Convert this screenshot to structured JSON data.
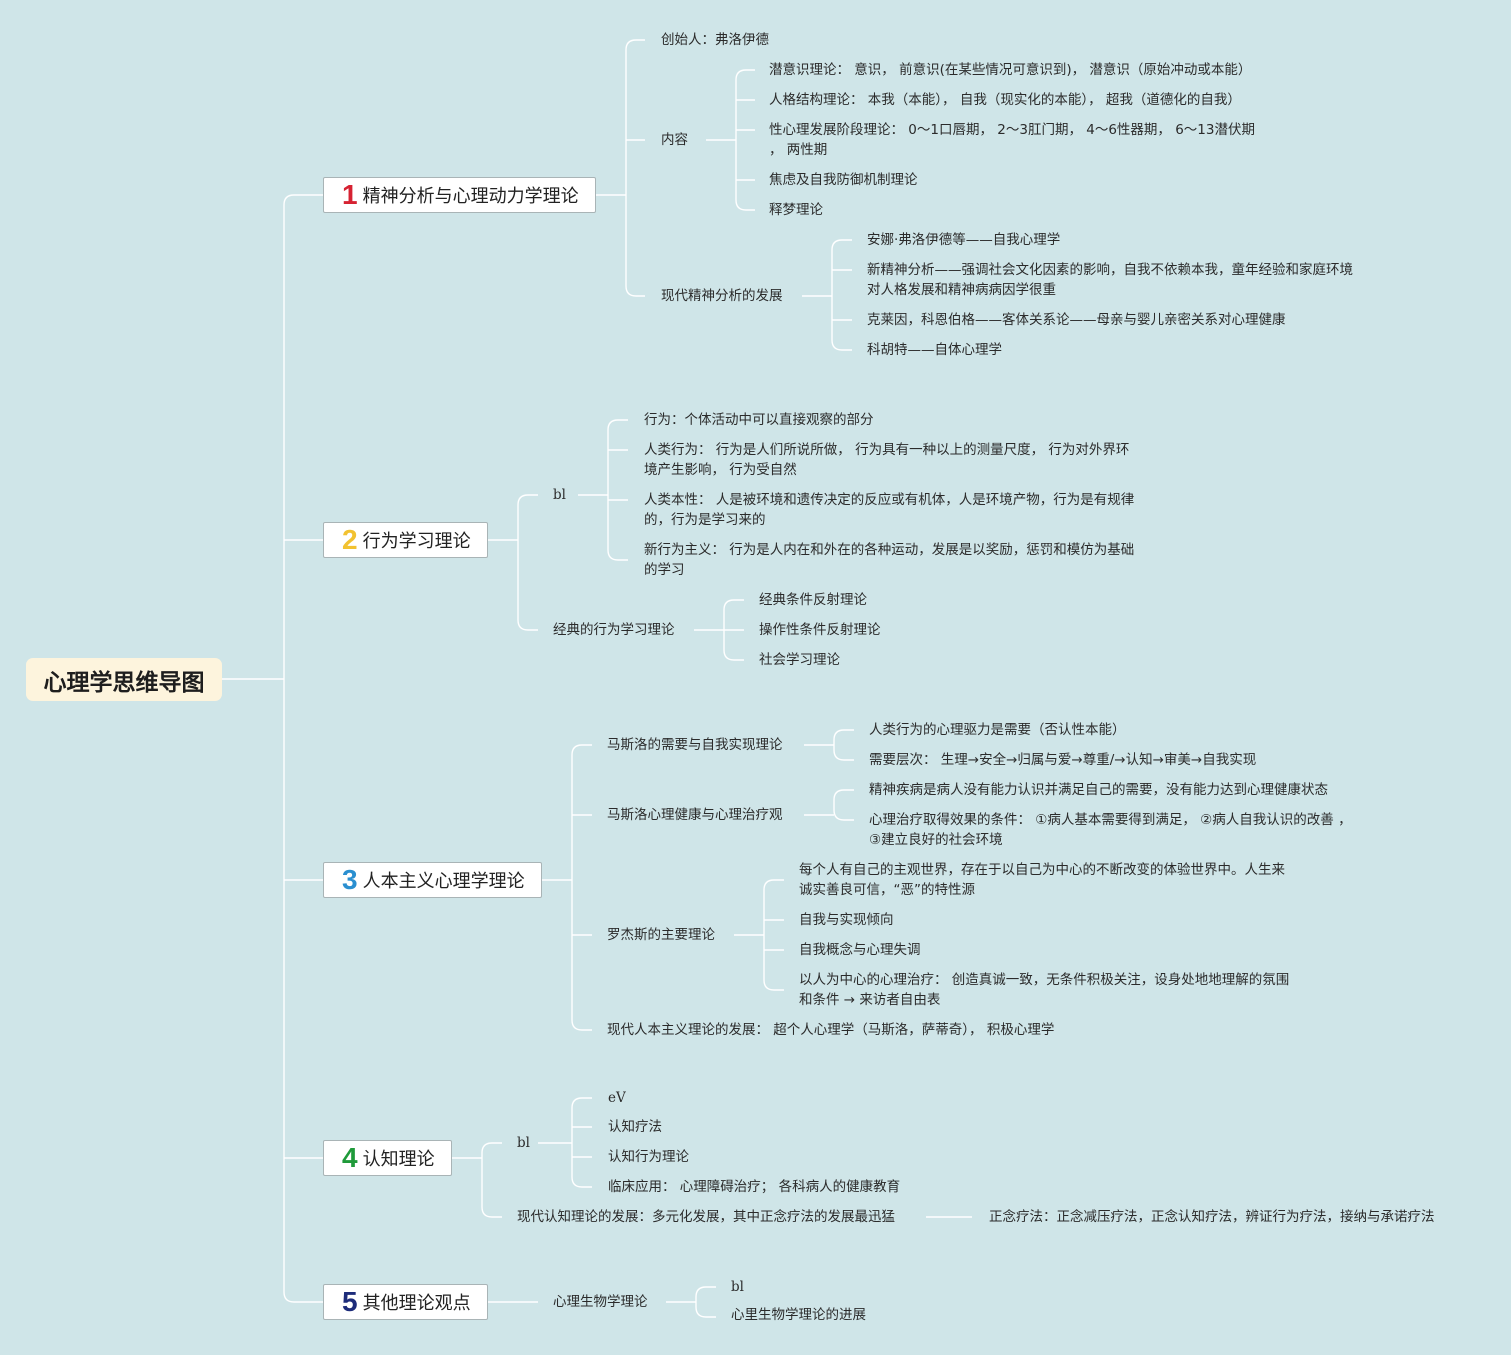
{
  "root": "心理学思维导图",
  "branches": [
    {
      "num": "1",
      "num_color": "#d62232",
      "label": "精神分析与心理动力学理论",
      "founder": "创始人：弗洛伊德",
      "content_label": "内容",
      "content_items": [
        "潜意识理论： 意识， 前意识(在某些情况可意识到)， 潜意识（原始冲动或本能）",
        "人格结构理论： 本我（本能）， 自我（现实化的本能）， 超我（道德化的自我）",
        "性心理发展阶段理论： 0～1口唇期， 2～3肛门期， 4～6性器期， 6～13潜伏期 ， 两性期",
        "焦虑及自我防御机制理论",
        "释梦理论"
      ],
      "modern_label": "现代精神分析的发展",
      "modern_items": [
        "安娜·弗洛伊德等——自我心理学",
        "新精神分析——强调社会文化因素的影响，自我不依赖本我，童年经验和家庭环境对人格发展和精神病病因学很重",
        "克莱因，科恩伯格——客体关系论——母亲与婴儿亲密关系对心理健康",
        "科胡特——自体心理学"
      ]
    },
    {
      "num": "2",
      "num_color": "#f2c230",
      "label": "行为学习理论",
      "bl_label": "bl",
      "bl_items": [
        "行为：个体活动中可以直接观察的部分",
        "人类行为： 行为是人们所说所做， 行为具有一种以上的测量尺度， 行为对外界环境产生影响， 行为受自然",
        "人类本性： 人是被环境和遗传决定的反应或有机体，人是环境产物，行为是有规律的，行为是学习来的",
        "新行为主义： 行为是人内在和外在的各种运动，发展是以奖励，惩罚和模仿为基础的学习"
      ],
      "classic_label": "经典的行为学习理论",
      "classic_items": [
        "经典条件反射理论",
        "操作性条件反射理论",
        "社会学习理论"
      ]
    },
    {
      "num": "3",
      "num_color": "#2a8fd0",
      "label": "人本主义心理学理论",
      "maslow1_label": "马斯洛的需要与自我实现理论",
      "maslow1_items": [
        "人类行为的心理驱力是需要（否认性本能）",
        "需要层次： 生理→安全→归属与爱→尊重/→认知→审美→自我实现"
      ],
      "maslow2_label": "马斯洛心理健康与心理治疗观",
      "maslow2_items": [
        "精神疾病是病人没有能力认识并满足自己的需要，没有能力达到心理健康状态",
        "心理治疗取得效果的条件： ①病人基本需要得到满足， ②病人自我认识的改善 ， ③建立良好的社会环境"
      ],
      "rogers_label": "罗杰斯的主要理论",
      "rogers_items": [
        "每个人有自己的主观世界，存在于以自己为中心的不断改变的体验世界中。人生来诚实善良可信，“恶”的特性源",
        "自我与实现倾向",
        "自我概念与心理失调",
        "以人为中心的心理治疗： 创造真诚一致，无条件积极关注，设身处地地理解的氛围和条件 → 来访者自由表"
      ],
      "modern": "现代人本主义理论的发展： 超个人心理学（马斯洛，萨蒂奇）， 积极心理学"
    },
    {
      "num": "4",
      "num_color": "#1f9a3a",
      "label": "认知理论",
      "bl_label": "bl",
      "bl_items": [
        "eV",
        "认知疗法",
        "认知行为理论",
        "临床应用： 心理障碍治疗； 各科病人的健康教育"
      ],
      "modern": "现代认知理论的发展：多元化发展，其中正念疗法的发展最迅猛",
      "modern_child": "正念疗法：正念减压疗法，正念认知疗法，辨证行为疗法，接纳与承诺疗法"
    },
    {
      "num": "5",
      "num_color": "#1d2c7a",
      "label": "其他理论观点",
      "bio_label": "心理生物学理论",
      "bio_items": [
        "bl",
        "心里生物学理论的进展"
      ]
    }
  ]
}
